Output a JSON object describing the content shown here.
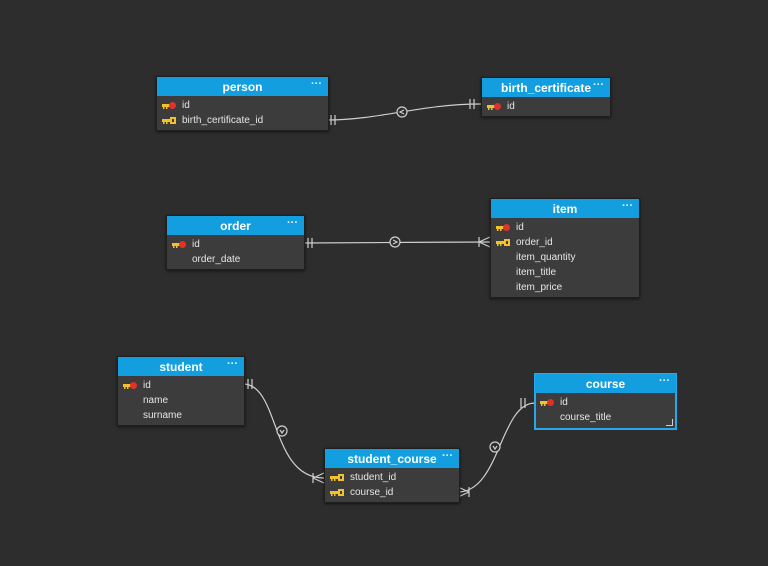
{
  "colors": {
    "header": "#139fdf",
    "body": "#3c3c3c",
    "canvas": "#2d2d2d",
    "line": "#cfcfcf",
    "pk_key": "#e0322b",
    "fk_key": "#f2c12e"
  },
  "tables": {
    "person": {
      "title": "person",
      "menu": "···",
      "columns": [
        {
          "name": "id",
          "key": "pk"
        },
        {
          "name": "birth_certificate_id",
          "key": "fk"
        }
      ]
    },
    "birth_certificate": {
      "title": "birth_certificate",
      "menu": "···",
      "columns": [
        {
          "name": "id",
          "key": "pk"
        }
      ]
    },
    "order": {
      "title": "order",
      "menu": "···",
      "columns": [
        {
          "name": "id",
          "key": "pk"
        },
        {
          "name": "order_date",
          "key": ""
        }
      ]
    },
    "item": {
      "title": "item",
      "menu": "···",
      "columns": [
        {
          "name": "id",
          "key": "pk"
        },
        {
          "name": "order_id",
          "key": "fk"
        },
        {
          "name": "item_quantity",
          "key": ""
        },
        {
          "name": "item_title",
          "key": ""
        },
        {
          "name": "item_price",
          "key": ""
        }
      ]
    },
    "student": {
      "title": "student",
      "menu": "···",
      "columns": [
        {
          "name": "id",
          "key": "pk"
        },
        {
          "name": "name",
          "key": ""
        },
        {
          "name": "surname",
          "key": ""
        }
      ]
    },
    "course": {
      "title": "course",
      "menu": "···",
      "columns": [
        {
          "name": "id",
          "key": "pk"
        },
        {
          "name": "course_title",
          "key": ""
        }
      ]
    },
    "student_course": {
      "title": "student_course",
      "menu": "···",
      "columns": [
        {
          "name": "student_id",
          "key": "fk"
        },
        {
          "name": "course_id",
          "key": "fk"
        }
      ]
    }
  },
  "relationships": [
    {
      "from": "person",
      "to": "birth_certificate",
      "cardinality": "one-to-one"
    },
    {
      "from": "order",
      "to": "item",
      "cardinality": "one-to-many"
    },
    {
      "from": "student",
      "to": "student_course",
      "cardinality": "one-to-many"
    },
    {
      "from": "course",
      "to": "student_course",
      "cardinality": "one-to-many"
    }
  ]
}
